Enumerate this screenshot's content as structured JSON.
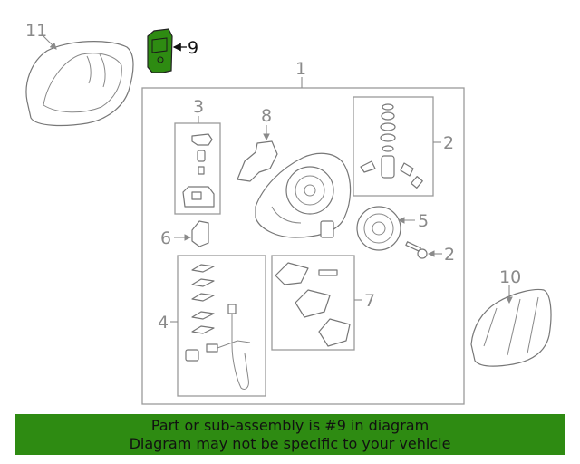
{
  "callouts": {
    "c1": "1",
    "c2a": "2",
    "c2b": "2",
    "c3": "3",
    "c4": "4",
    "c5": "5",
    "c6": "6",
    "c7": "7",
    "c8": "8",
    "c9": "9",
    "c10": "10",
    "c11": "11"
  },
  "highlight_color": "#2e8b12",
  "banner": {
    "line1": "Part or sub-assembly is #9 in diagram",
    "line2": "Diagram may not be specific to your vehicle"
  }
}
